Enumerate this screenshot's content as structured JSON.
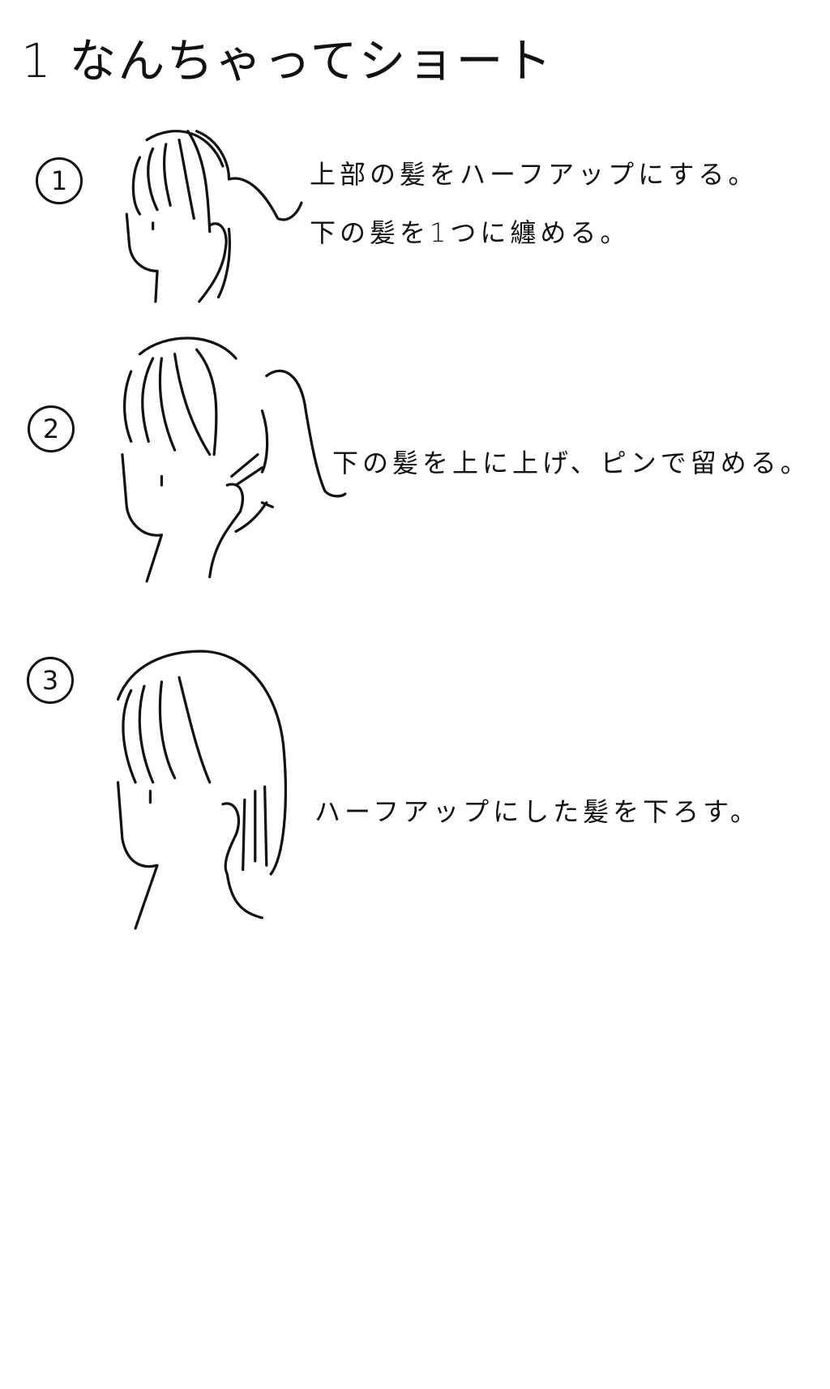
{
  "title": "1 なんちゃってショート",
  "steps": [
    {
      "number": "1",
      "lines": [
        "上部の髪をハーフアップにする。",
        "下の髪を1つに纏める。"
      ]
    },
    {
      "number": "2",
      "lines": [
        "下の髪を上に上げ、ピンで留める。"
      ]
    },
    {
      "number": "3",
      "lines": [
        "ハーフアップにした髪を下ろす。"
      ]
    }
  ]
}
